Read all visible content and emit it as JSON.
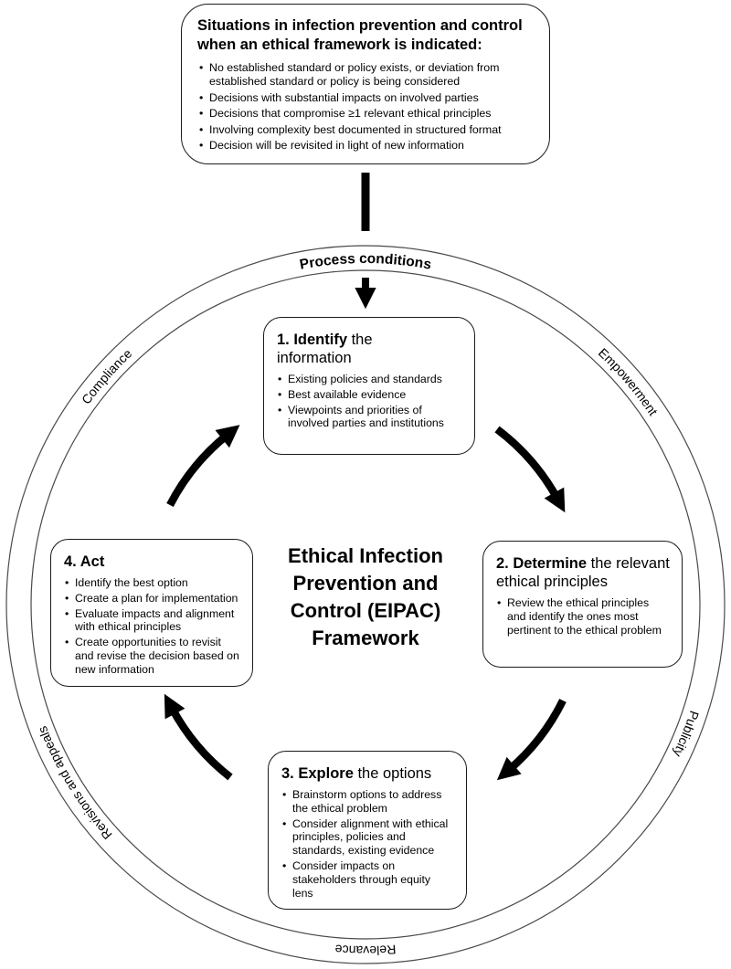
{
  "top_box": {
    "title": "Situations in infection prevention and control when an ethical framework is indicated:",
    "bullets": [
      "No established standard or policy exists, or deviation from established standard or policy is being considered",
      "Decisions with substantial impacts on involved parties",
      "Decisions that compromise ≥1 relevant ethical principles",
      "Involving complexity best documented in structured format",
      "Decision will be revisited in light of new information"
    ]
  },
  "ring_labels": {
    "top": "Process conditions",
    "upper_right": "Empowerment",
    "lower_right": "Publicity",
    "bottom": "Relevance",
    "lower_left": "Revisions and appeals",
    "upper_left": "Compliance"
  },
  "center": {
    "lines": [
      "Ethical Infection",
      "Prevention and",
      "Control (EIPAC)",
      "Framework"
    ]
  },
  "steps": [
    {
      "title_bold": "1. Identify",
      "title_rest": " the information",
      "bullets": [
        "Existing policies and standards",
        "Best available evidence",
        "Viewpoints and priorities of involved parties and institutions"
      ]
    },
    {
      "title_bold": "2. Determine",
      "title_rest": " the relevant ethical principles",
      "bullets": [
        "Review the ethical principles and identify the ones most pertinent to the ethical problem"
      ]
    },
    {
      "title_bold": "3. Explore",
      "title_rest": " the options",
      "bullets": [
        "Brainstorm options to address the ethical problem",
        "Consider alignment with ethical principles, policies and standards, existing evidence",
        "Consider impacts on stakeholders through equity lens"
      ]
    },
    {
      "title_bold": "4. Act",
      "title_rest": "",
      "bullets": [
        "Identify the best option",
        "Create a plan for implementation",
        "Evaluate impacts and alignment with ethical principles",
        "Create opportunities to revisit and revise the decision based on new information"
      ]
    }
  ],
  "colors": {
    "ink": "#000000",
    "border": "#1a1a1a",
    "ring": "#4a4a4a",
    "background": "#ffffff"
  }
}
